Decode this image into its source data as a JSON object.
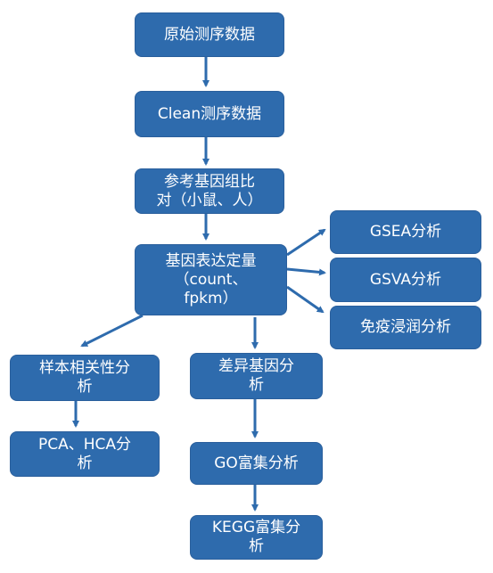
{
  "nodes": {
    "raw": "原始测序数据",
    "clean": "Clean测序数据",
    "align": "参考基因组比\n对（小鼠、人）",
    "quant": "基因表达定量\n（count、\nfpkm）",
    "gsea": "GSEA分析",
    "gsva": "GSVA分析",
    "immune": "免疫浸润分析",
    "corr": "样本相关性分\n析",
    "pca": "PCA、HCA分\n析",
    "deg": "差异基因分\n析",
    "go": "GO富集分析",
    "kegg": "KEGG富集分\n析"
  },
  "colors": {
    "box_fill": "#2e6bad",
    "arrow": "#2e6bad",
    "text": "#ffffff"
  }
}
